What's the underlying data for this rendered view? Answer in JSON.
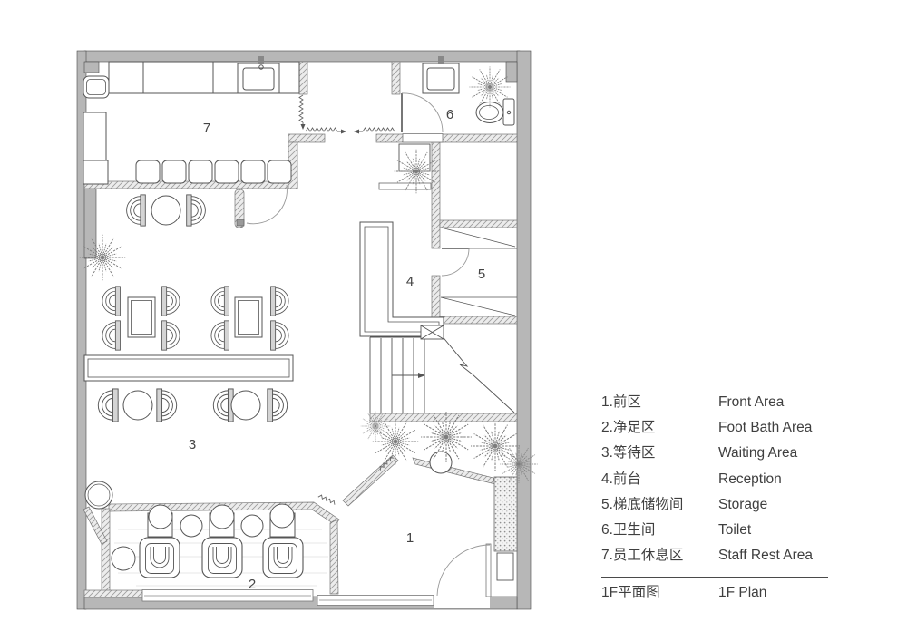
{
  "colors": {
    "wall_fill": "#b7b7b7",
    "wall_line": "#4a4a4a",
    "hatch_line": "#9c9c9c",
    "furniture_line": "#555555",
    "plant": "#7d7d7d",
    "text": "#3f3f3f"
  },
  "plan": {
    "labels": [
      "1",
      "2",
      "3",
      "4",
      "5",
      "6",
      "7"
    ]
  },
  "legend": {
    "items": [
      {
        "zh": "1.前区",
        "en": "Front Area"
      },
      {
        "zh": "2.净足区",
        "en": "Foot Bath Area"
      },
      {
        "zh": "3.等待区",
        "en": "Waiting Area"
      },
      {
        "zh": "4.前台",
        "en": "Reception"
      },
      {
        "zh": "5.梯底储物间",
        "en": "Storage"
      },
      {
        "zh": "6.卫生间",
        "en": "Toilet"
      },
      {
        "zh": "7.员工休息区",
        "en": "Staff Rest Area"
      }
    ],
    "title_zh": "1F平面图",
    "title_en": "1F Plan"
  }
}
